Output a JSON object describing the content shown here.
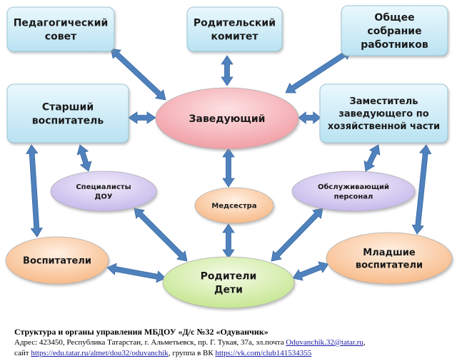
{
  "nodes": {
    "ped_sovet": [
      "Педагогический",
      "совет"
    ],
    "rod_komitet": [
      "Родительский",
      "комитет"
    ],
    "obshchee_sobranie": [
      "Общее",
      "собрание",
      "работников"
    ],
    "starshiy_vospitatel": [
      "Старший",
      "воспитатель"
    ],
    "zaveduyushchiy": [
      "Заведующий"
    ],
    "zamestitel": [
      "Заместитель",
      "заведующего по",
      "хозяйственной части"
    ],
    "specialisty": [
      "Специалисты",
      "ДОУ"
    ],
    "medsestra": [
      "Медсестра"
    ],
    "obsluzhivayushchiy": [
      "Обслуживающий",
      "персонал"
    ],
    "vospitateli": [
      "Воспитатели"
    ],
    "roditeli_deti": [
      "Родители",
      "Дети"
    ],
    "mladshie_vospitateli": [
      "Младшие",
      "воспитатели"
    ]
  },
  "colors": {
    "box_fill": "#c9ebf7",
    "box_stroke": "#9cc3d3",
    "head_fill": "#f4b3b8",
    "support_fill": "#d7cdf0",
    "nurse_fill": "#fbd2b0",
    "educator_fill": "#fbcfae",
    "family_fill": "#d9f0b3",
    "arrow": "#4f81bd"
  },
  "caption": {
    "title": "Структура и органы управления МБДОУ «Д/с №32 «Одуванчик»",
    "address_prefix": "Адрес: 423450, Республика Татарстан, г. Альметьевск, пр. Г. Тукая, 37а, эл.почта ",
    "email": "Oduvanchik.32@tatar.ru",
    "address_suffix": ",",
    "site_prefix": "сайт ",
    "site_url": "https://edu.tatar.ru/almet/dou32/oduvanchik",
    "vk_prefix": ",  группа в ВК ",
    "vk_url": "https://vk.com/club141534355"
  }
}
